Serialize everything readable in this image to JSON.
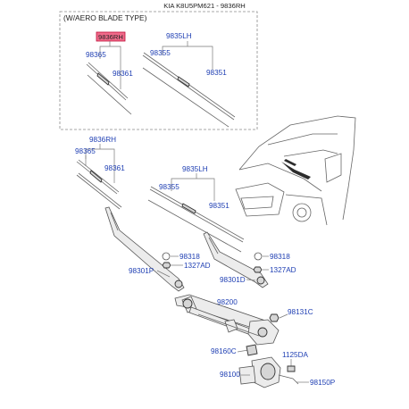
{
  "header": {
    "part_ref": "KIA K8U5PM621 - 9836RH",
    "variant": "(W/AERO BLADE TYPE)"
  },
  "inset": {
    "labels": {
      "highlight": "9836RH",
      "blade_lh": "9835LH",
      "refill_a": "98365",
      "refill_b": "98361",
      "refill_c": "98355",
      "refill_d": "98351"
    }
  },
  "main": {
    "labels": {
      "blade_rh": "9836RH",
      "blade_lh": "9835LH",
      "p98365": "98365",
      "p98361": "98361",
      "p98355": "98355",
      "p98351": "98351",
      "p98318_l": "98318",
      "p1327_l": "1327AD",
      "p98318_r": "98318",
      "p1327_r": "1327AD",
      "arm_l": "98301P",
      "arm_r": "98301D",
      "linkage": "98200",
      "p98131": "98131C",
      "p98160": "98160C",
      "p1125": "1125DA",
      "motor": "98100",
      "p98150": "98150P"
    }
  },
  "colors": {
    "label_blue": "#1f3fb3",
    "highlight_fill": "#f06a8a",
    "highlight_border": "#c0113b"
  }
}
